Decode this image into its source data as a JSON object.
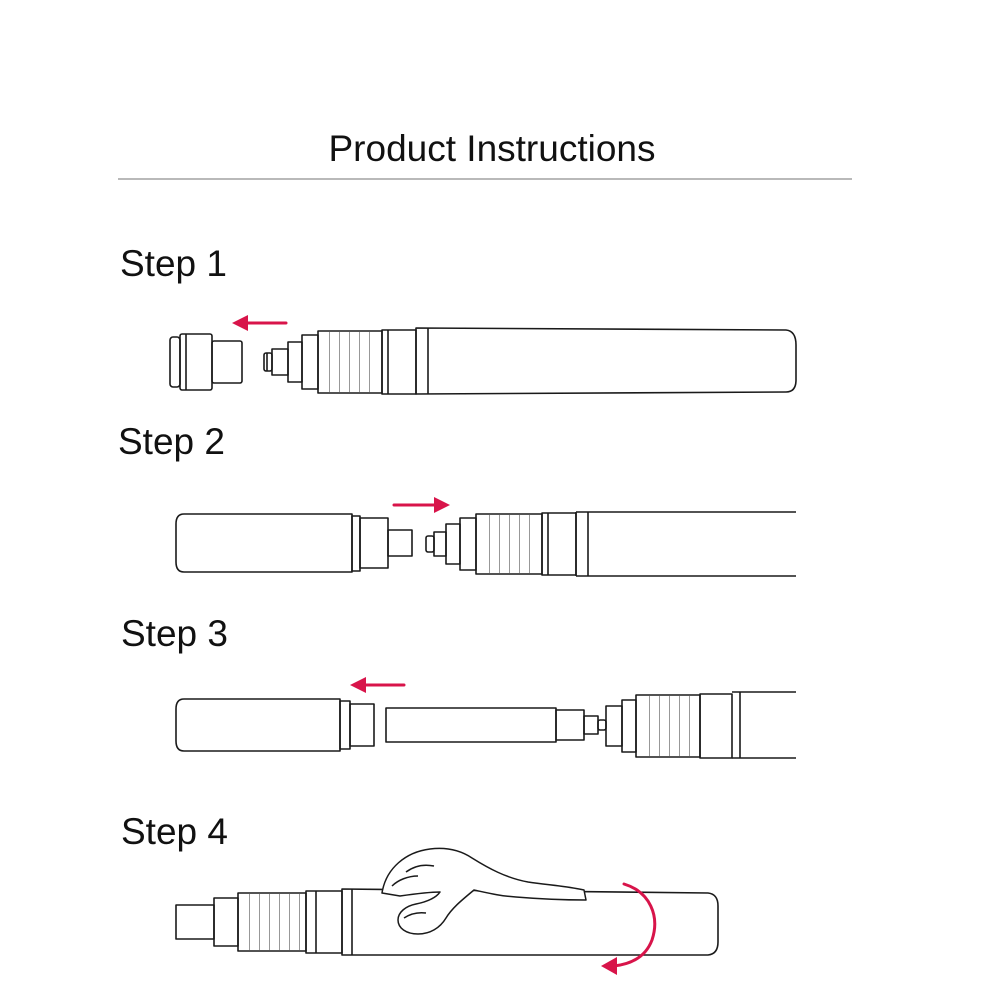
{
  "title": "Product Instructions",
  "steps": [
    {
      "label": "Step 1"
    },
    {
      "label": "Step 2"
    },
    {
      "label": "Step 3"
    },
    {
      "label": "Step 4"
    }
  ],
  "colors": {
    "arrow": "#d8144a",
    "line": "#1a1a1a",
    "rule": "#b9b9b9",
    "background": "#ffffff"
  },
  "icons": [
    "arrow-left-icon",
    "arrow-right-icon",
    "rotate-arrow-icon",
    "hand-icon"
  ]
}
